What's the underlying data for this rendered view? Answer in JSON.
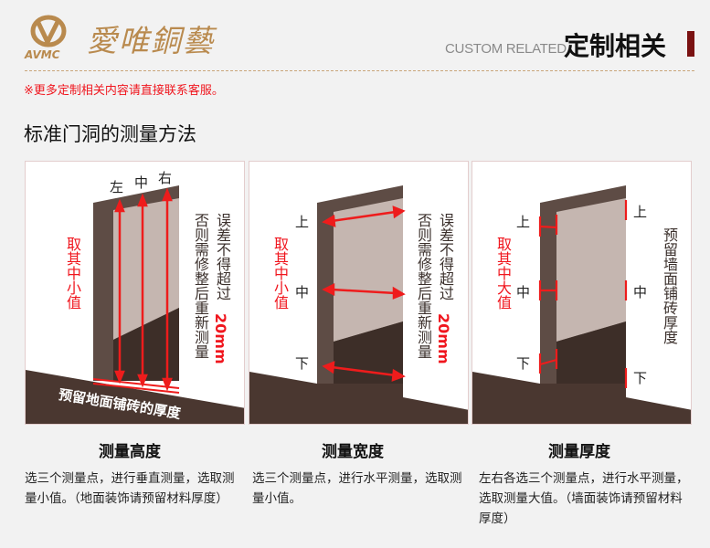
{
  "header": {
    "logo_letters": "AVMC",
    "brand_name": "愛唯銅藝",
    "section_en": "CUSTOM RELATED",
    "section_cn": "定制相关",
    "accent_color": "#7a1212",
    "brand_color": "#b98a4e"
  },
  "notice": "※更多定制相关内容请直接联系客服。",
  "title": "标准门洞的测量方法",
  "panels": [
    {
      "top_labels": [
        "左",
        "中",
        "右"
      ],
      "red_note": "取其中小值",
      "warning_line1": "误差不得超过",
      "warning_value": "20mm",
      "warning_line2": "否则需修整后重新测量",
      "floor_note": "预留地面铺砖的厚度",
      "caption": "测量高度",
      "description": "选三个测量点，进行垂直测量，选取测量小值。（地面装饰请预留材料厚度）"
    },
    {
      "side_labels": [
        "上",
        "中",
        "下"
      ],
      "red_note": "取其中小值",
      "warning_line1": "误差不得超过",
      "warning_value": "20mm",
      "warning_line2": "否则需修整后重新测量",
      "caption": "测量宽度",
      "description": "选三个测量点，进行水平测量，选取测量小值。"
    },
    {
      "side_labels": [
        "上",
        "中",
        "下"
      ],
      "right_labels": [
        "上",
        "中",
        "下"
      ],
      "red_note": "取其中大值",
      "wall_note": "预留墙面铺砖厚度",
      "caption": "测量厚度",
      "description": "左右各选三个测量点，进行水平测量，选取测量大值。（墙面装饰请预留材料厚度）"
    }
  ]
}
